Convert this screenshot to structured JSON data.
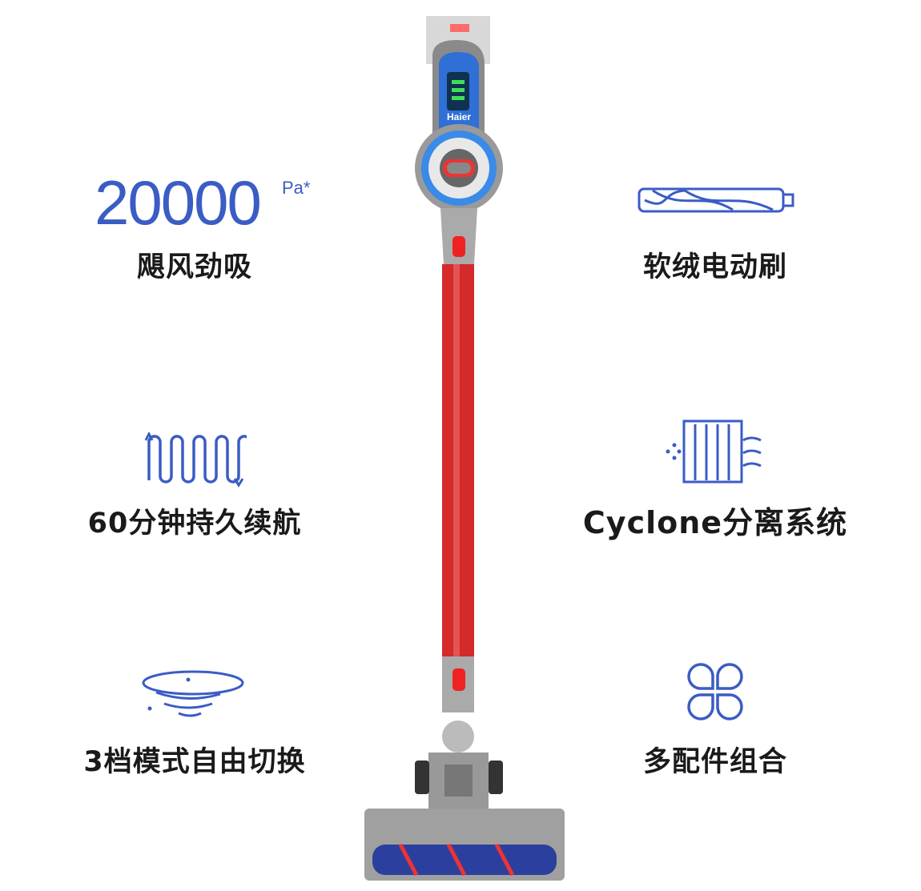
{
  "brand": "Haier",
  "features": {
    "suction": {
      "value": "20000",
      "unit": "Pa*",
      "label": "飓风劲吸"
    },
    "brush": {
      "label": "软绒电动刷"
    },
    "runtime": {
      "label": "60分钟持久续航"
    },
    "cyclone": {
      "label": "Cyclone分离系统"
    },
    "modes": {
      "label": "3档模式自由切换"
    },
    "accessories": {
      "label": "多配件组合"
    }
  },
  "colors": {
    "accent": "#3b5cc4",
    "wand": "#d42a2a"
  }
}
